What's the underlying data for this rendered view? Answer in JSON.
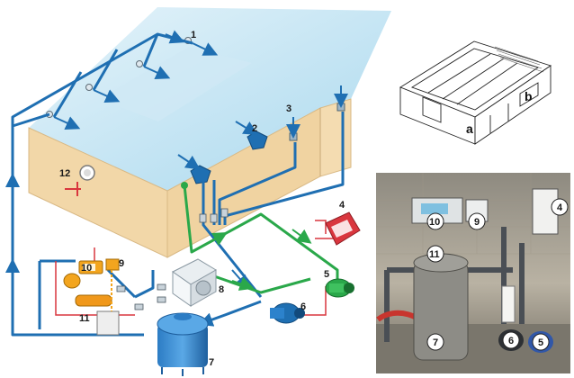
{
  "labels": {
    "n1": "1",
    "n2": "2",
    "n3": "3",
    "n4": "4",
    "n5": "5",
    "n6": "6",
    "n7": "7",
    "n8": "8",
    "n9": "9",
    "n10": "10",
    "n11": "11",
    "n12": "12"
  },
  "inset": {
    "a": "a",
    "b": "b"
  },
  "photo": {
    "n10": "10",
    "n9": "9",
    "n4": "4",
    "n11": "11",
    "n7": "7",
    "n6": "6",
    "n5": "5"
  },
  "colors": {
    "pipe_blue": "#1f6fb2",
    "pipe_green": "#2aa84a",
    "pipe_red": "#d9363e",
    "water": "#bfe3f2",
    "wall": "#f2d7a8"
  }
}
